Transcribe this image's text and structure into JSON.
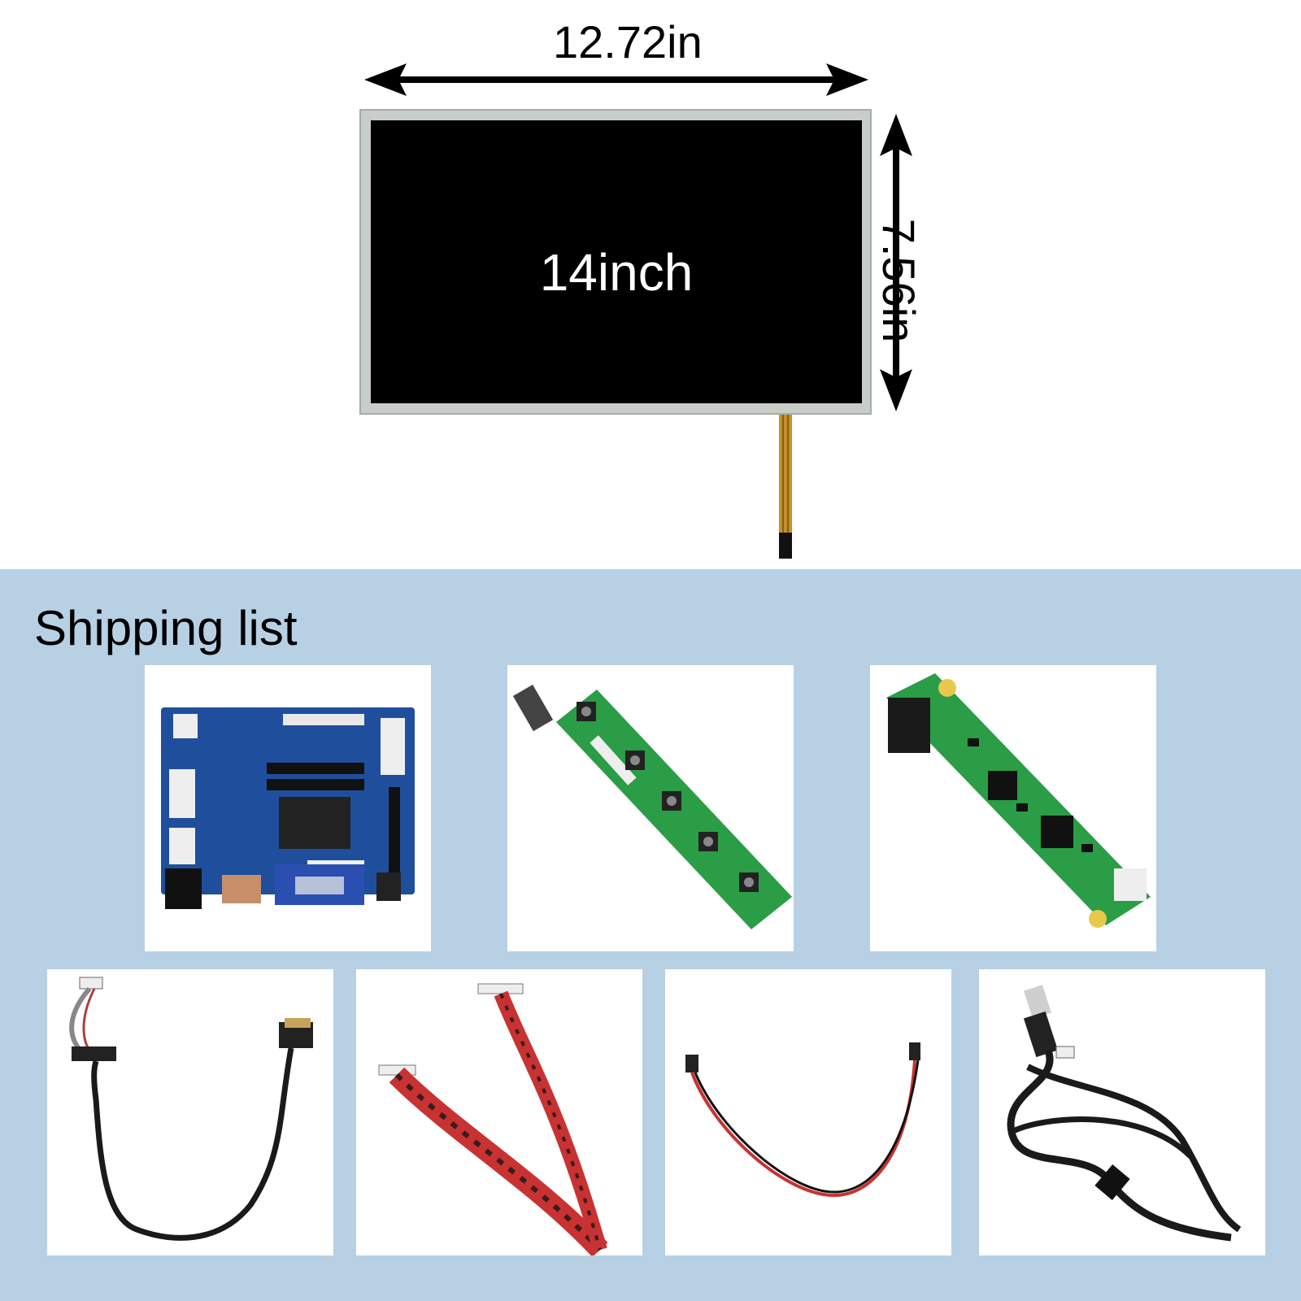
{
  "dimensions": {
    "width": "12.72in",
    "height": "7.56in",
    "size": "14inch"
  },
  "section_title": "Shipping list",
  "colors": {
    "background_top": "#ffffff",
    "background_bottom": "#b8d0e4",
    "board_blue": "#1f4f9c",
    "board_green": "#2a9d46",
    "cable_red": "#c93232"
  },
  "items": [
    {
      "icon": "driver-board-icon"
    },
    {
      "icon": "keypad-board-icon"
    },
    {
      "icon": "touch-controller-board-icon"
    },
    {
      "icon": "lvds-cable-icon"
    },
    {
      "icon": "keypad-cable-icon"
    },
    {
      "icon": "backlight-cable-icon"
    },
    {
      "icon": "usb-cable-icon"
    }
  ]
}
